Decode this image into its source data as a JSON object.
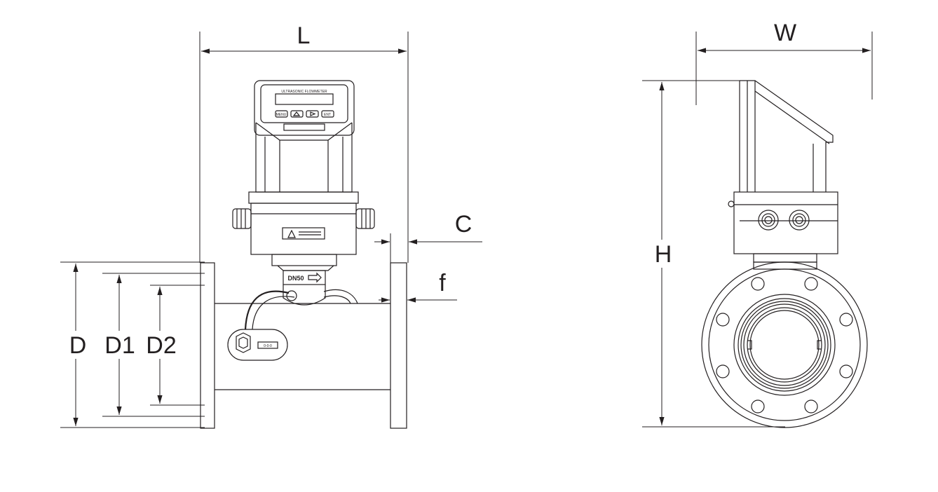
{
  "labels": {
    "length": "L",
    "width": "W",
    "height": "H",
    "c_dim": "C",
    "f_dim": "f",
    "d": "D",
    "d1": "D1",
    "d2": "D2"
  },
  "device": {
    "display_text": "ULTRASONIC FLOWMETER",
    "button_1": "MENU",
    "button_4": "ENT",
    "pipe_tag": "DN50",
    "sensor_tag": "0-0-0"
  },
  "colors": {
    "line": "#231f20",
    "background": "#ffffff"
  }
}
